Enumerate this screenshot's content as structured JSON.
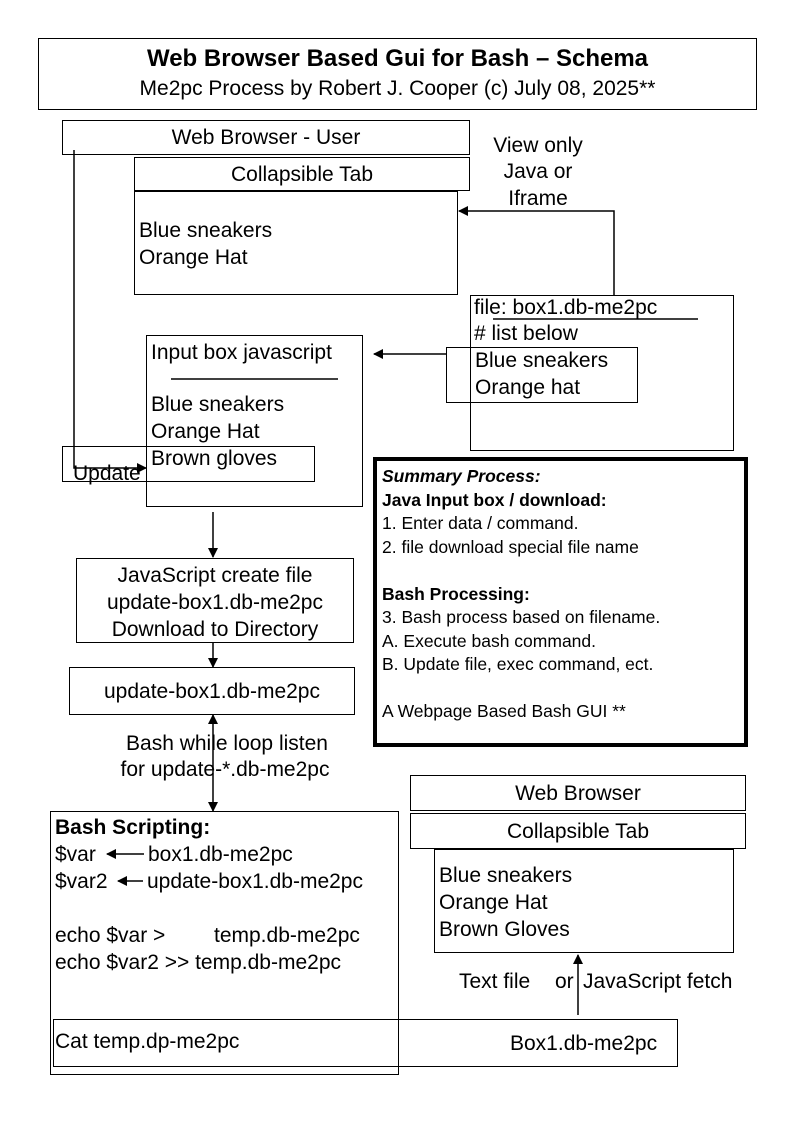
{
  "header": {
    "title": "Web Browser Based Gui for Bash – Schema",
    "subtitle": "Me2pc Process by Robert J. Cooper (c) July 08, 2025**"
  },
  "browser_top": {
    "label": "Web Browser - User",
    "tab_label": "Collapsible Tab",
    "items": [
      "Blue sneakers",
      "Orange Hat"
    ]
  },
  "view_note": [
    "View only",
    "Java or",
    "Iframe"
  ],
  "file_box": {
    "name": "file: box1.db-me2pc",
    "comment": "# list below",
    "items": [
      "Blue sneakers",
      "Orange hat"
    ]
  },
  "input_box": {
    "label": "Input box javascript",
    "items": [
      "Blue sneakers",
      "Orange Hat",
      "Brown gloves"
    ],
    "update_label": "Update"
  },
  "js_create": {
    "lines": [
      "JavaScript create file",
      "update-box1.db-me2pc",
      "Download to Directory"
    ]
  },
  "update_file": {
    "label": "update-box1.db-me2pc"
  },
  "loop_note": [
    "Bash while loop listen",
    "for update-*.db-me2pc"
  ],
  "summary": {
    "heading": "Summary Process:",
    "java_heading": "Java Input box / download:",
    "step1": "1. Enter data / command.",
    "step2": "2. file download special file name",
    "bash_heading": "Bash Processing:",
    "step3": "3. Bash process based on filename.",
    "stepA": "A. Execute bash command.",
    "stepB": "B. Update file, exec command, ect.",
    "footer": "A Webpage Based Bash GUI **"
  },
  "browser_bottom": {
    "label": "Web Browser",
    "tab_label": "Collapsible Tab",
    "items": [
      "Blue sneakers",
      "Orange Hat",
      "Brown Gloves"
    ]
  },
  "fetch_note": {
    "text_file": "Text file",
    "or_label": "or",
    "js_fetch": "JavaScript fetch"
  },
  "bash_scripting": {
    "heading": "Bash Scripting:",
    "var1": "$var",
    "var1_src": "box1.db-me2pc",
    "var2": "$var2",
    "var2_src": "update-box1.db-me2pc",
    "echo1": "echo $var >",
    "echo1_target": "temp.db-me2pc",
    "echo2": "echo $var2 >> temp.db-me2pc",
    "cat_cmd": "Cat temp.dp-me2pc",
    "output_file": "Box1.db-me2pc"
  }
}
